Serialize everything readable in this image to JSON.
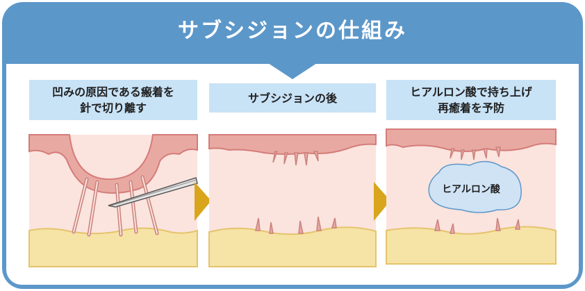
{
  "title": "サブシジョンの仕組み",
  "panels": [
    {
      "caption_line1": "凹みの原因である瘢着を",
      "caption_line2": "針で切り離す"
    },
    {
      "caption_line1": "サブシジョンの後",
      "caption_line2": ""
    },
    {
      "caption_line1": "ヒアルロン酸で持ち上げ",
      "caption_line2": "再癒着を予防"
    }
  ],
  "hyaluronic_label": "ヒアルロン酸",
  "colors": {
    "frame_blue": "#5c97c9",
    "caption_bg": "#c8e2f6",
    "skin_top": "#e9a9a3",
    "dermis": "#fbe3de",
    "fat": "#f6e3a6",
    "arrow_gold": "#d8a51c",
    "gel_blue": "#cfe3f5"
  }
}
